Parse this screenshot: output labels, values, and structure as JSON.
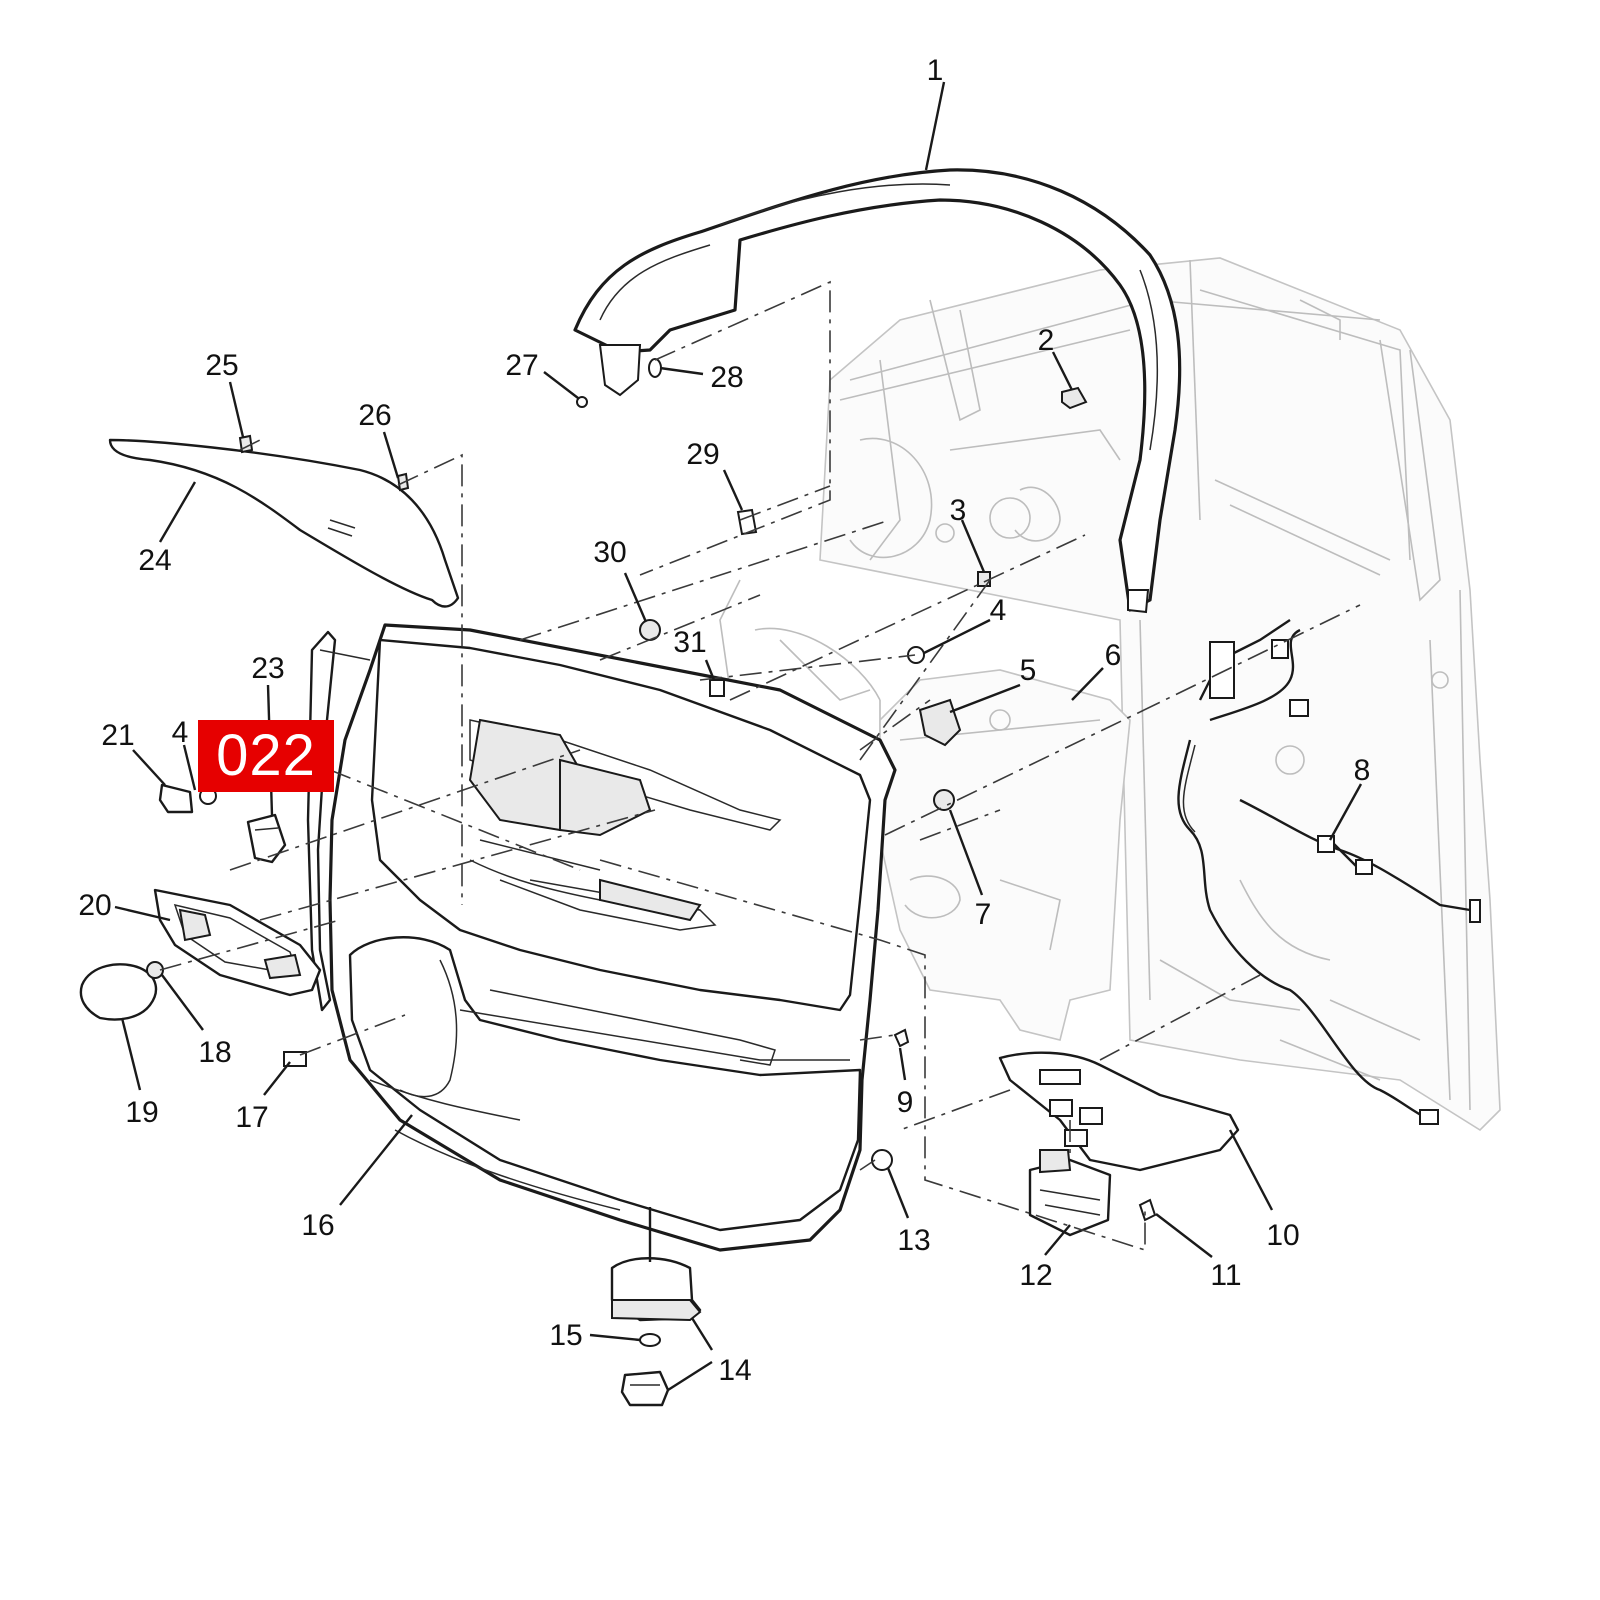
{
  "badge": {
    "text": "022",
    "color": "#e60000"
  },
  "callouts": [
    {
      "id": "c1",
      "text": "1"
    },
    {
      "id": "c2",
      "text": "2"
    },
    {
      "id": "c3",
      "text": "3"
    },
    {
      "id": "c4a",
      "text": "4"
    },
    {
      "id": "c4b",
      "text": "4"
    },
    {
      "id": "c5",
      "text": "5"
    },
    {
      "id": "c6",
      "text": "6"
    },
    {
      "id": "c7",
      "text": "7"
    },
    {
      "id": "c8",
      "text": "8"
    },
    {
      "id": "c9",
      "text": "9"
    },
    {
      "id": "c10",
      "text": "10"
    },
    {
      "id": "c11",
      "text": "11"
    },
    {
      "id": "c12",
      "text": "12"
    },
    {
      "id": "c13",
      "text": "13"
    },
    {
      "id": "c14",
      "text": "14"
    },
    {
      "id": "c15",
      "text": "15"
    },
    {
      "id": "c16",
      "text": "16"
    },
    {
      "id": "c17",
      "text": "17"
    },
    {
      "id": "c18",
      "text": "18"
    },
    {
      "id": "c19",
      "text": "19"
    },
    {
      "id": "c20",
      "text": "20"
    },
    {
      "id": "c21",
      "text": "21"
    },
    {
      "id": "c23",
      "text": "23"
    },
    {
      "id": "c24",
      "text": "24"
    },
    {
      "id": "c25",
      "text": "25"
    },
    {
      "id": "c26",
      "text": "26"
    },
    {
      "id": "c27",
      "text": "27"
    },
    {
      "id": "c28",
      "text": "28"
    },
    {
      "id": "c29",
      "text": "29"
    },
    {
      "id": "c30",
      "text": "30"
    },
    {
      "id": "c31",
      "text": "31"
    }
  ]
}
